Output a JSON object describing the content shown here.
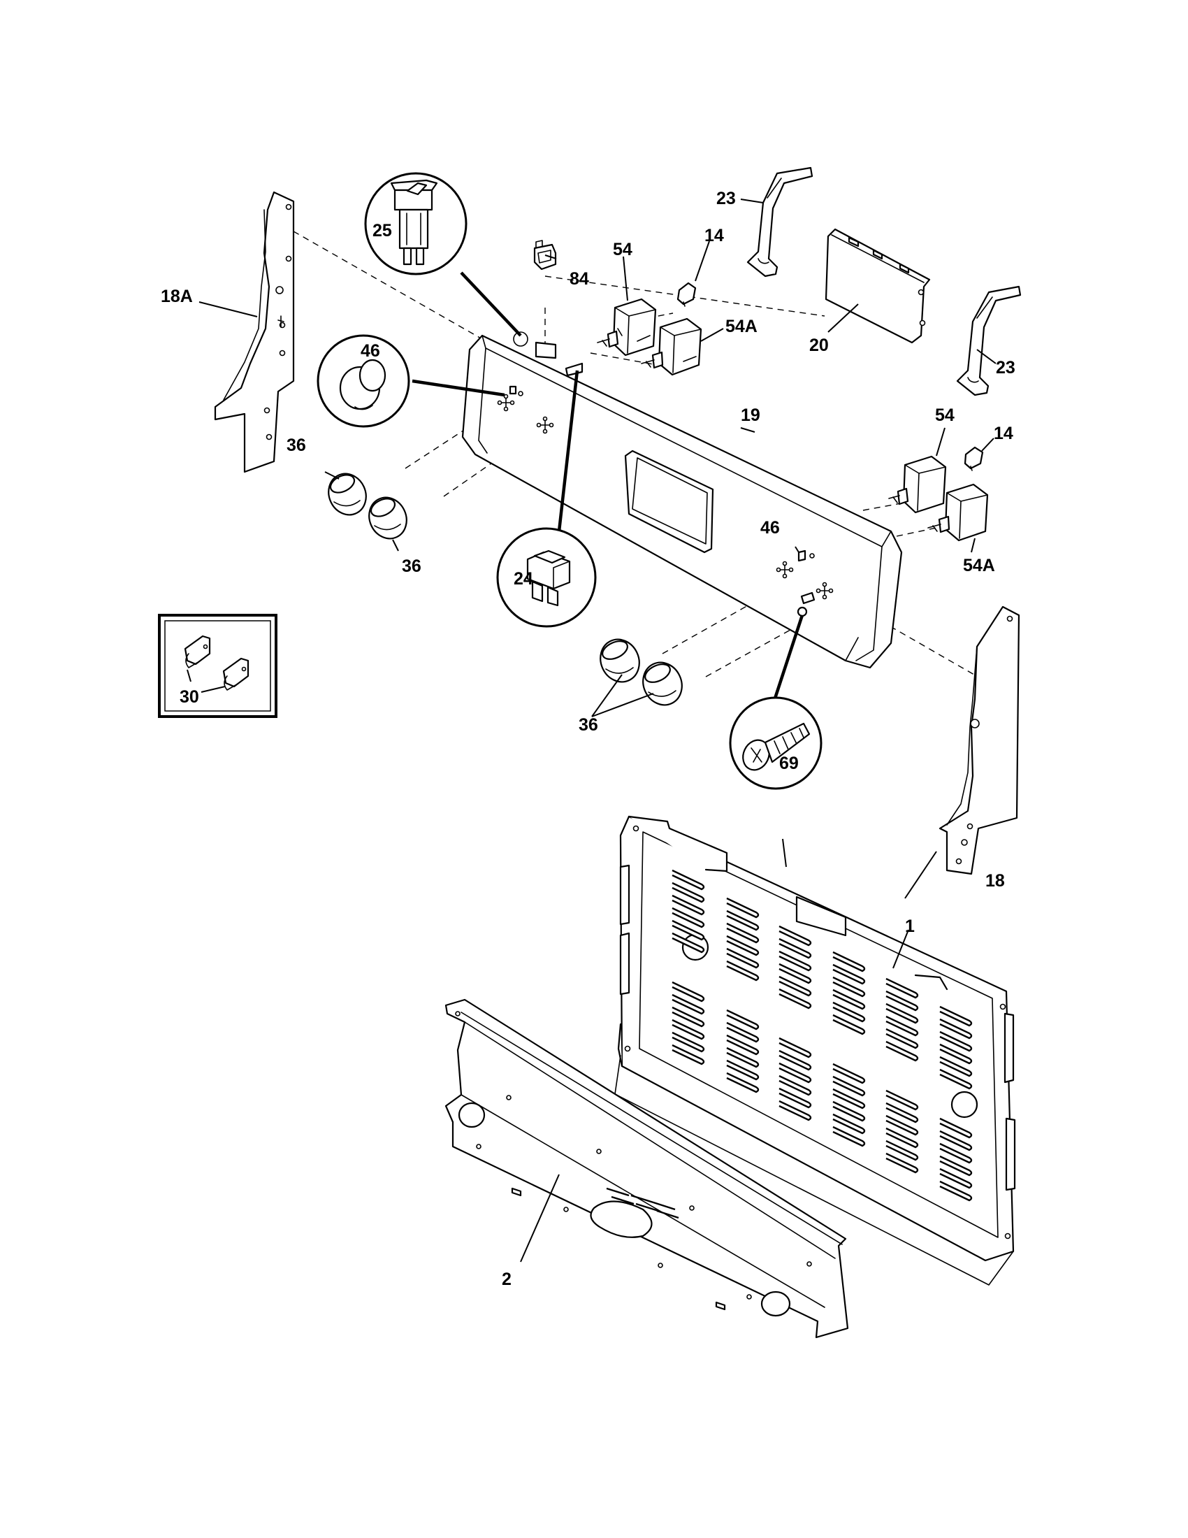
{
  "labels": {
    "l1": "1",
    "l2": "2",
    "l14a": "14",
    "l14b": "14",
    "l18": "18",
    "l18A": "18A",
    "l19": "19",
    "l20": "20",
    "l23a": "23",
    "l23b": "23",
    "l24": "24",
    "l25": "25",
    "l30": "30",
    "l36a": "36",
    "l36b": "36",
    "l36c": "36",
    "l46a": "46",
    "l46b": "46",
    "l54a": "54",
    "l54b": "54",
    "l54Aa": "54A",
    "l54Ab": "54A",
    "l69": "69",
    "l84": "84"
  }
}
